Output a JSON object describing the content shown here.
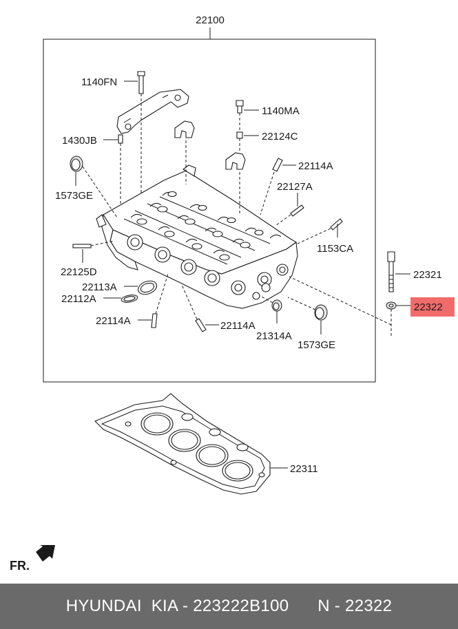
{
  "labels": {
    "assembly": "22100",
    "bolt_top": "1140FN",
    "bolt_mid": "1140MA",
    "pin_1430": "1430JB",
    "sleeve_22124": "22124C",
    "plug_left": "1573GE",
    "dowel_top": "22114A",
    "stud_22127": "22127A",
    "stud_1153": "1153CA",
    "stud_left": "22125D",
    "bolt_long": "22321",
    "washer_highlighted": "22322",
    "ring_a": "22113A",
    "ring_b": "22112A",
    "dowel_bl": "22114A",
    "dowel_bm": "22114A",
    "seal_21314": "21314A",
    "plug_right": "1573GE",
    "gasket": "22311",
    "front": "FR."
  },
  "footer": {
    "brand": "HYUNDAI  KIA - 223222B100",
    "part_no": "N - 22322"
  },
  "colors": {
    "highlight": "#f26b6b",
    "footer_bg": "#6a6a6a"
  },
  "icons": {
    "front_arrow": "front-arrow-icon"
  }
}
